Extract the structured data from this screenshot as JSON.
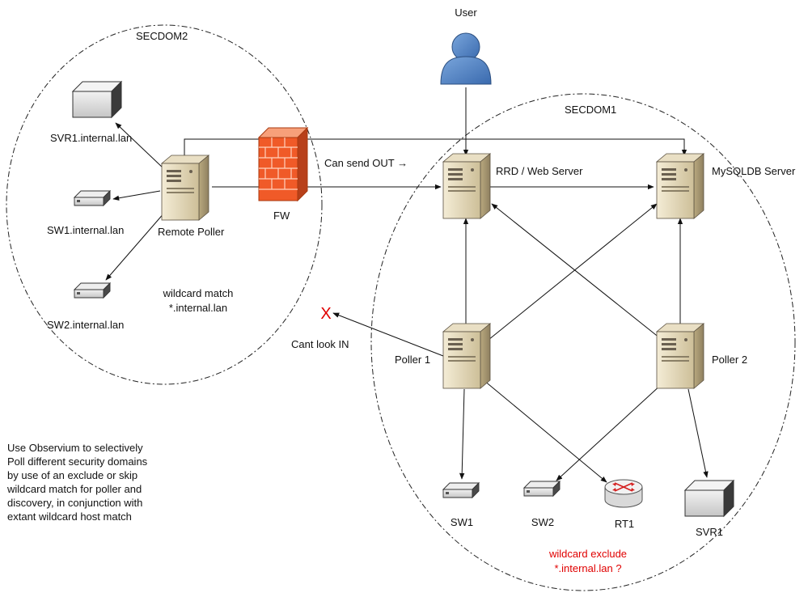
{
  "domains": {
    "secdom2": "SECDOM2",
    "secdom1": "SECDOM1"
  },
  "nodes": {
    "user": "User",
    "svr1_internal": "SVR1.internal.lan",
    "sw1_internal": "SW1.internal.lan",
    "sw2_internal": "SW2.internal.lan",
    "remote_poller": "Remote Poller",
    "fw": "FW",
    "rrd_web": "RRD / Web Server",
    "mysql": "MySQLDB Server",
    "poller1": "Poller 1",
    "poller2": "Poller 2",
    "sw1": "SW1",
    "sw2": "SW2",
    "rt1": "RT1",
    "svr1": "SVR1"
  },
  "annotations": {
    "can_send_out": "Can send OUT →",
    "cant_look_in": "Cant look IN",
    "blocked_mark": "X",
    "wildcard_match_1": "wildcard match",
    "wildcard_match_2": "*.internal.lan",
    "wildcard_exclude_1": "wildcard exclude",
    "wildcard_exclude_2": "*.internal.lan ?"
  },
  "note": "Use Observium to selectively Poll different security domains by use of an exclude or skip wildcard match for poller and discovery, in conjunction with extant wildcard host match",
  "colors": {
    "exclude_text": "#e00000",
    "firewall": "#f05a28",
    "user": "#4a7fc1"
  }
}
